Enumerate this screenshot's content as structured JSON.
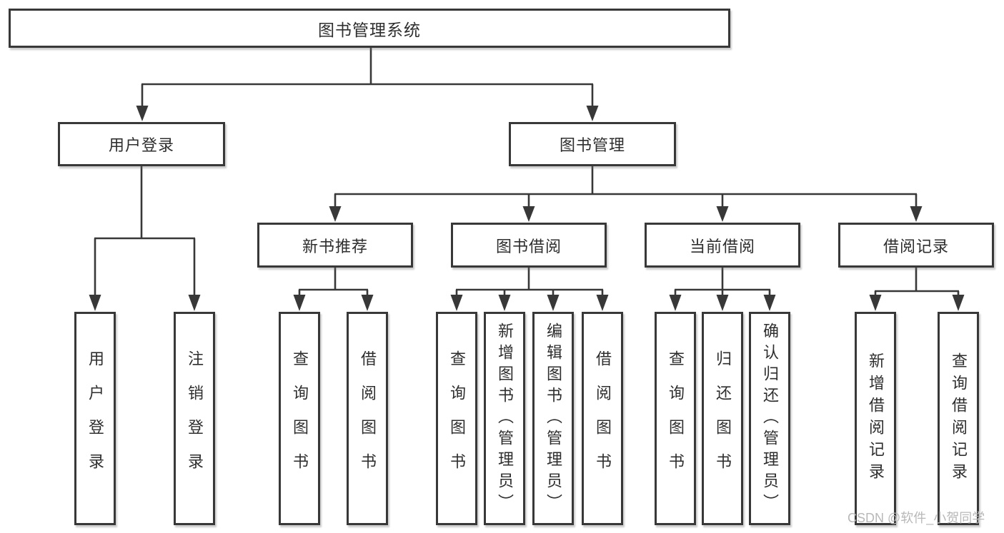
{
  "diagram": {
    "type": "hierarchy-chart",
    "colors": {
      "line": "#383838",
      "box_border": "#383838",
      "box_background": "#ffffff",
      "text": "#2e2e2e",
      "watermark": "#b8b8b8",
      "page_background": "#ffffff"
    }
  },
  "tree": {
    "label": "图书管理系统",
    "children": [
      {
        "label": "用户登录",
        "children": [
          {
            "label": "用户登录"
          },
          {
            "label": "注销登录"
          }
        ]
      },
      {
        "label": "图书管理",
        "children": [
          {
            "label": "新书推荐",
            "children": [
              {
                "label": "查询图书"
              },
              {
                "label": "借阅图书"
              }
            ]
          },
          {
            "label": "图书借阅",
            "children": [
              {
                "label": "查询图书"
              },
              {
                "label": "新增图书（管理员）"
              },
              {
                "label": "编辑图书（管理员）"
              },
              {
                "label": "借阅图书"
              }
            ]
          },
          {
            "label": "当前借阅",
            "children": [
              {
                "label": "查询图书"
              },
              {
                "label": "归还图书"
              },
              {
                "label": "确认归还（管理员）"
              }
            ]
          },
          {
            "label": "借阅记录",
            "children": [
              {
                "label": "新增借阅记录"
              },
              {
                "label": "查询借阅记录"
              }
            ]
          }
        ]
      }
    ]
  },
  "watermark": {
    "text": "CSDN @软件_小贺同学"
  }
}
